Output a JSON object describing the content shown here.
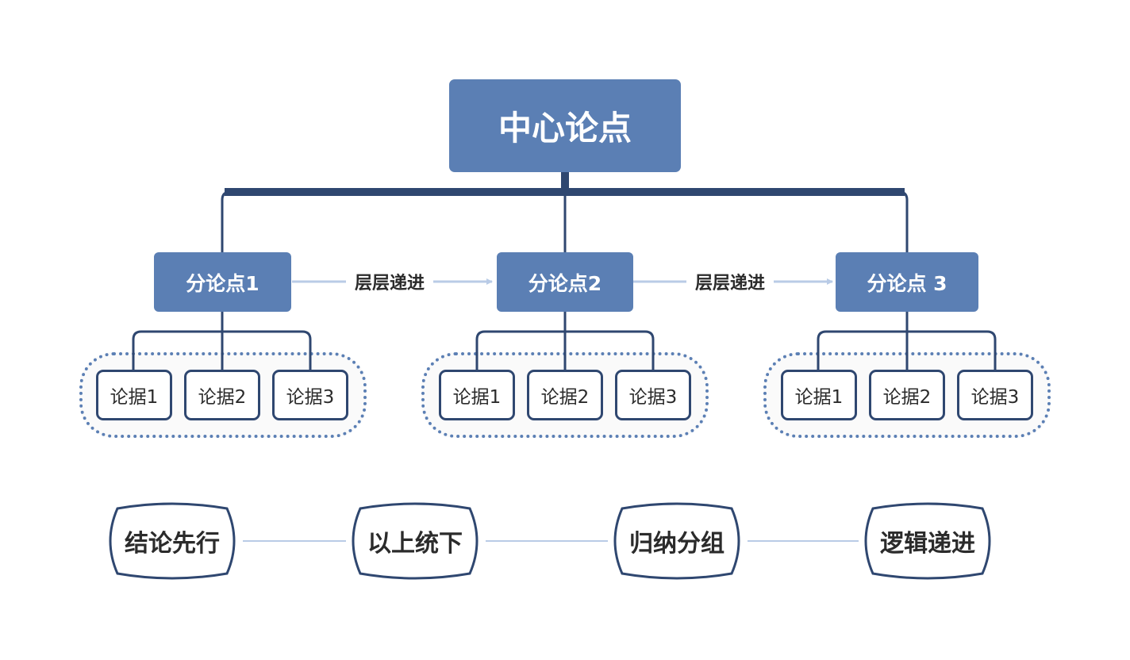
{
  "central": {
    "label": "中心论点"
  },
  "sub_points": [
    {
      "label": "分论点1",
      "evidence": [
        "论据1",
        "论据2",
        "论据3"
      ]
    },
    {
      "label": "分论点2",
      "evidence": [
        "论据1",
        "论据2",
        "论据3"
      ]
    },
    {
      "label": "分论点 3",
      "evidence": [
        "论据1",
        "论据2",
        "论据3"
      ]
    }
  ],
  "connectors": [
    {
      "label": "层层递进"
    },
    {
      "label": "层层递进"
    }
  ],
  "principles": [
    {
      "label": "结论先行"
    },
    {
      "label": "以上统下"
    },
    {
      "label": "归纳分组"
    },
    {
      "label": "逻辑递进"
    }
  ],
  "colors": {
    "node_fill": "#5b7fb4",
    "tree_line": "#2f4770",
    "arrow": "#b9cbe6",
    "principle_link": "#b9cbe6",
    "text_dark": "#2b2b2b"
  }
}
